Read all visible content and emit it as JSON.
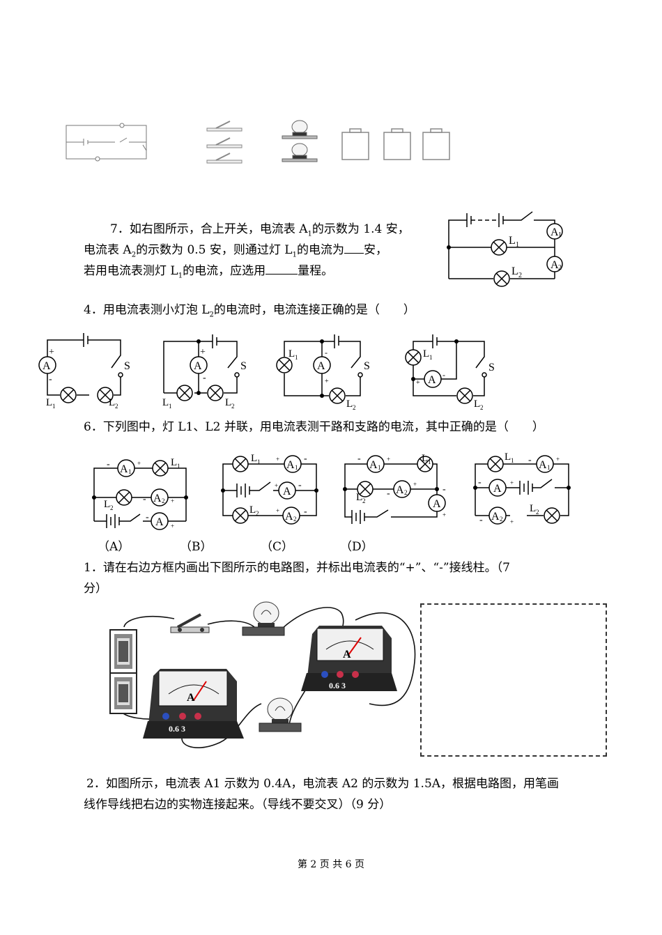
{
  "q7": {
    "line1_a": "7．如右图所示，合上开关，电流表 A",
    "line1_sub": "1",
    "line1_b": "的示数为 1.4 安，",
    "line2_a": "电流表 A",
    "line2_sub": "2",
    "line2_b": "的示数为 0.5 安，则通过灯 L",
    "line2_sub2": "1",
    "line2_c": "的电流为",
    "line2_d": "安，",
    "line3_a": "若用电流表测灯 L",
    "line3_sub": "1",
    "line3_b": "的电流，应选用",
    "line3_c": "量程。"
  },
  "q4": {
    "text_a": "4．用电流表测小灯泡 L",
    "text_sub": "2",
    "text_b": "的电流时，电流连接正确的是（　　）"
  },
  "q6": {
    "text": "6．下列图中，灯 L1、L2 并联，用电流表测干路和支路的电流，其中正确的是（　　）",
    "options": [
      "（A）",
      "（B）",
      "（C）",
      "（D）"
    ]
  },
  "q1": {
    "line1": "1．请在右边方框内画出下图所示的电路图，并标出电流表的“+”、“-”接线柱。（7",
    "line2": "分）"
  },
  "q2": {
    "line1": "2．如图所示，电流表 A1 示数为 0.4A，电流表 A2 的示数为 1.5A，根据电路图，用笔画",
    "line2": "线作导线把右边的实物连接起来。（导线不要交叉）（9 分）"
  },
  "labels": {
    "ammeter": "A",
    "a1": "A",
    "a2": "A",
    "l": "L",
    "s": "S",
    "sub1": "1",
    "sub2": "2",
    "plus": "+",
    "minus": "-",
    "meter_scale": "0.6  3",
    "meter_letter": "A"
  },
  "footer": "第 2 页 共 6 页"
}
